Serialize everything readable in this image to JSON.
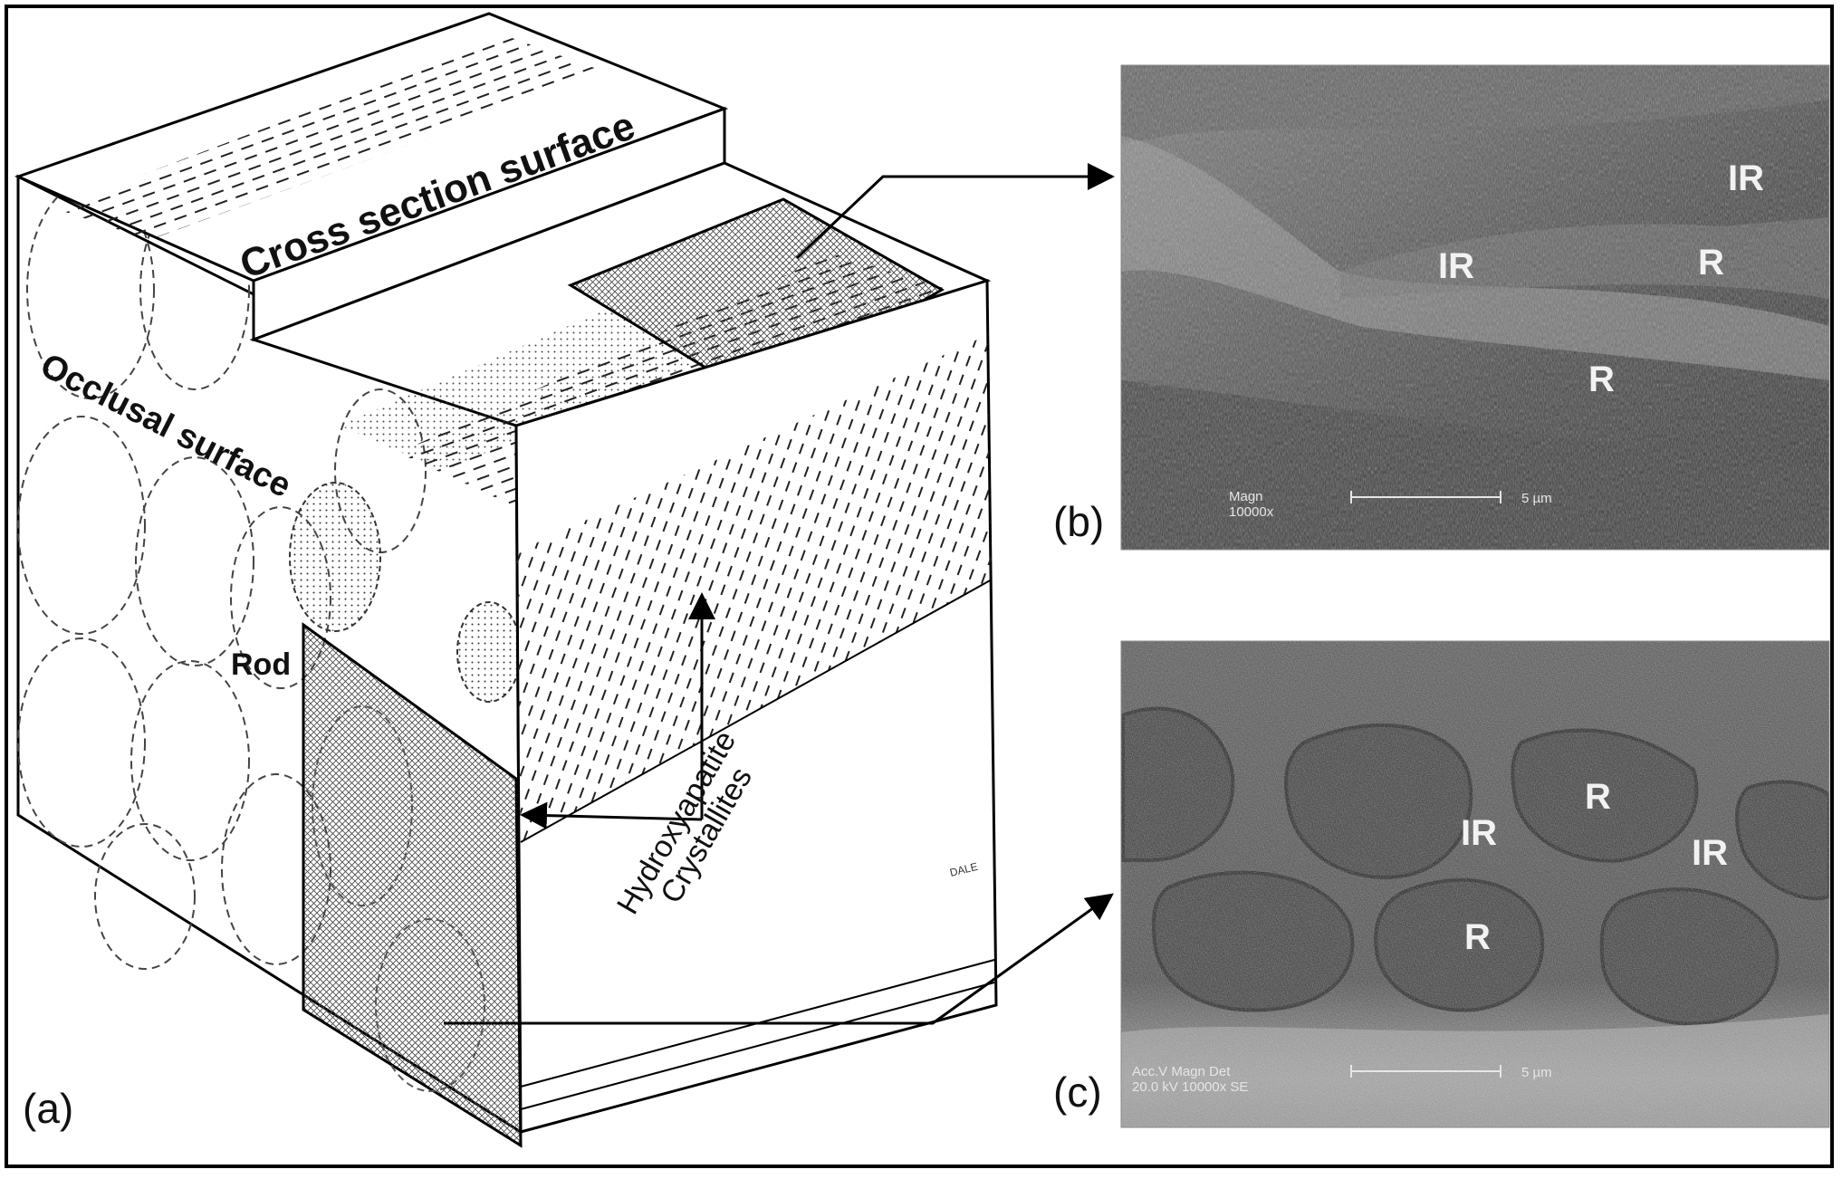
{
  "diagram": {
    "labels": {
      "cross_section": "Cross section surface",
      "occlusal": "Occlusal surface",
      "rod": "Rod",
      "hydroxyapatite_1": "Hydroxyapatite",
      "hydroxyapatite_2": "Crystallites",
      "signature": "DALE"
    },
    "panels": {
      "a": "(a)",
      "b": "(b)",
      "c": "(c)"
    }
  },
  "sem_b": {
    "labels": {
      "ir_1": "IR",
      "ir_2": "IR",
      "r_1": "R",
      "r_2": "R"
    },
    "scale_bar": {
      "magn_label": "Magn",
      "magn_value": "10000x",
      "length": "5 µm"
    }
  },
  "sem_c": {
    "labels": {
      "ir_1": "IR",
      "ir_2": "IR",
      "r_1": "R",
      "r_2": "R"
    },
    "scale_bar": {
      "line1": "Acc.V   Magn    Det",
      "line2": "20.0 kV  10000x   SE",
      "length": "5 µm"
    }
  },
  "colors": {
    "ink": "#111111",
    "sem_dark": "#3a3a3a",
    "sem_light": "#8a8a8a"
  }
}
